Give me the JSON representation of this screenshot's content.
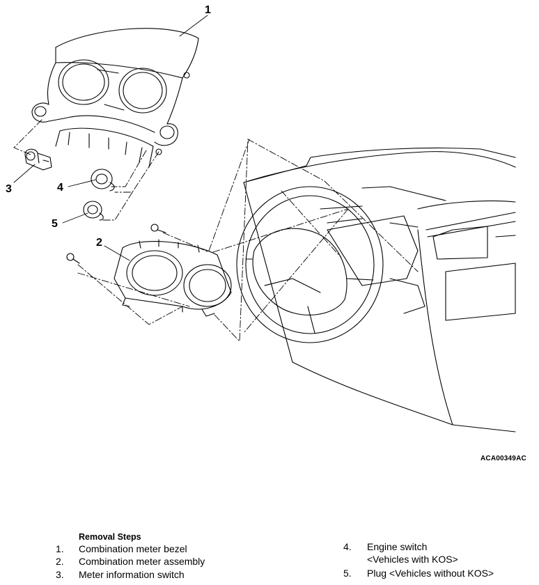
{
  "callouts": {
    "c1": "1",
    "c2": "2",
    "c3": "3",
    "c4": "4",
    "c5": "5"
  },
  "figure_code": "ACA00349AC",
  "steps_title": "Removal Steps",
  "steps": [
    {
      "num": "1.",
      "text": "Combination meter bezel"
    },
    {
      "num": "2.",
      "text": "Combination meter assembly"
    },
    {
      "num": "3.",
      "text": "Meter information switch"
    },
    {
      "num": "4.",
      "text": "Engine switch",
      "text2": "<Vehicles with KOS>"
    },
    {
      "num": "5.",
      "text": "Plug <Vehicles without KOS>"
    }
  ]
}
